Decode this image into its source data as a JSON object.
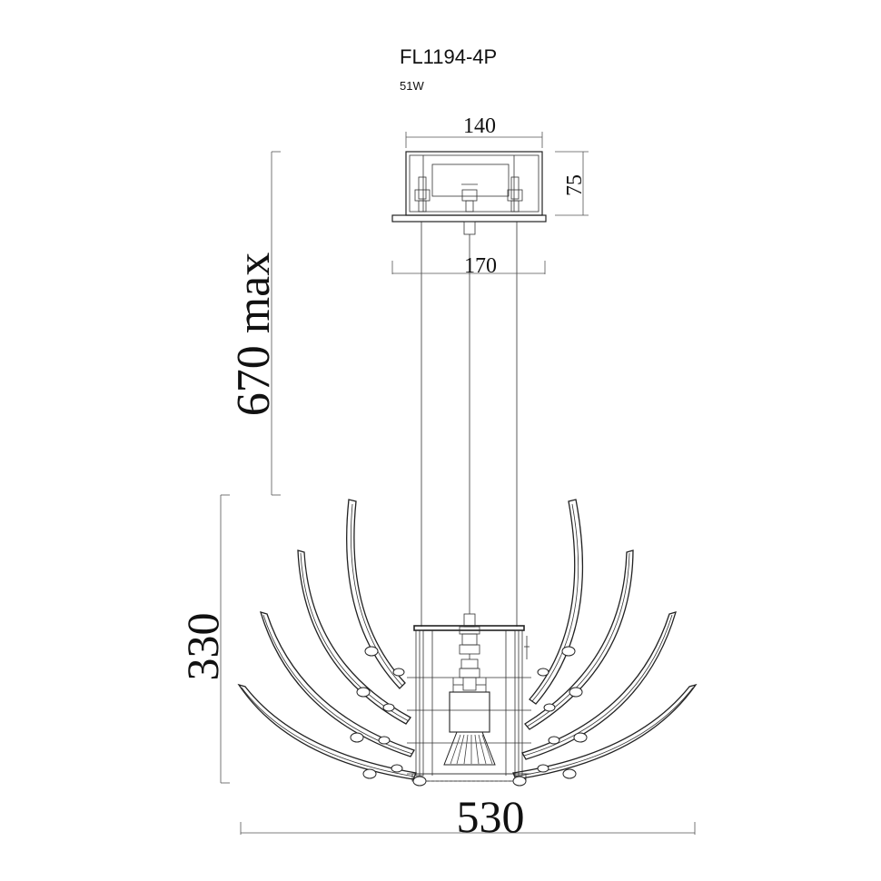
{
  "header": {
    "model": "FL1194-4P",
    "wattage": "51W"
  },
  "dimensions": {
    "canopy_width": "140",
    "canopy_height": "75",
    "plate_width": "170",
    "drop_height": "670 max",
    "shade_height": "330",
    "overall_width": "530"
  },
  "colors": {
    "line": "#222222",
    "dimension_line": "#555555"
  }
}
